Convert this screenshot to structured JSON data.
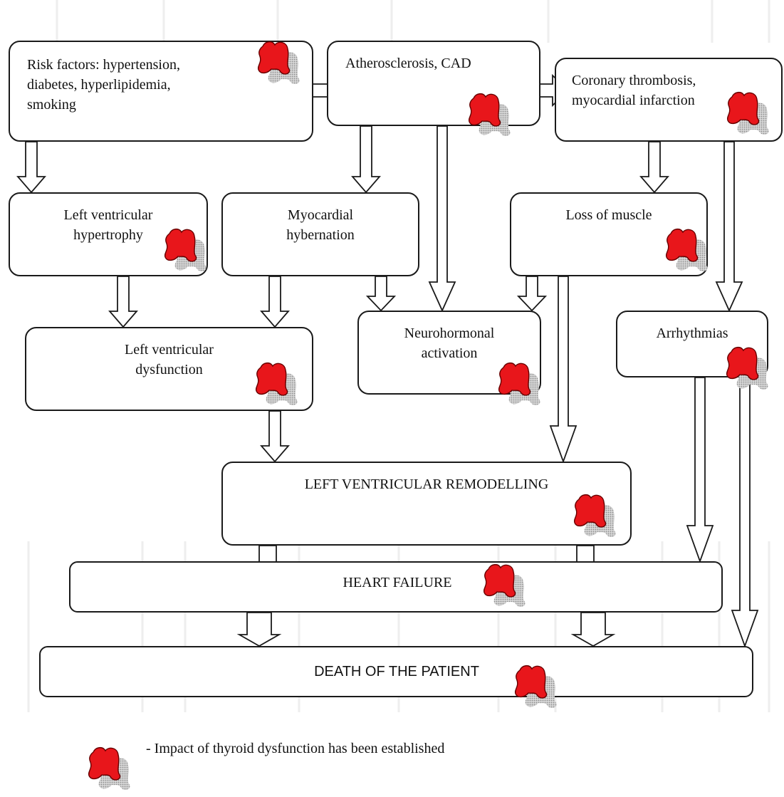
{
  "boxes": {
    "risk_factors": "Risk factors: hypertension,\ndiabetes, hyperlipidemia,\nsmoking",
    "atherosclerosis": "Atherosclerosis, CAD",
    "coronary_thrombosis": "Coronary thrombosis,\nmyocardial infarction",
    "lv_hypertrophy": "Left ventricular\nhypertrophy",
    "myocardial_hybernation": "Myocardial\nhybernation",
    "loss_of_muscle": "Loss of muscle",
    "lv_dysfunction": "Left ventricular\ndysfunction",
    "neurohormonal": "Neurohormonal\nactivation",
    "arrhythmias": "Arrhythmias",
    "lv_remodelling": "LEFT VENTRICULAR REMODELLING",
    "heart_failure": "HEART FAILURE",
    "death": "DEATH OF THE PATIENT"
  },
  "legend": {
    "text": "- Impact of thyroid dysfunction has been established",
    "icon": "thyroid-gland-icon"
  },
  "colors": {
    "thyroid_red": "#e8161b",
    "thyroid_shadow": "#b9b9b9",
    "box_border": "#1a1a1a"
  }
}
